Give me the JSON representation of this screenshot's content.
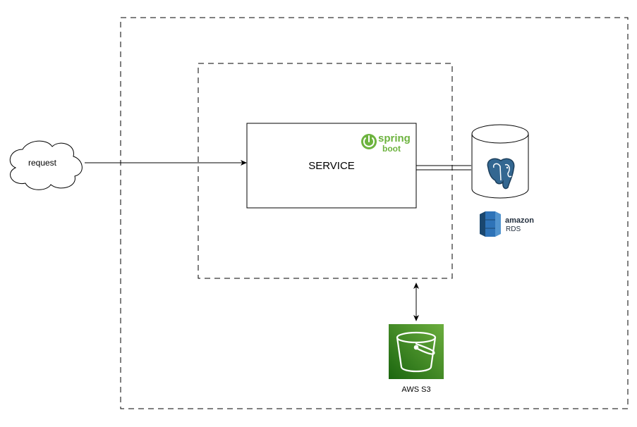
{
  "nodes": {
    "request": {
      "label": "request"
    },
    "service": {
      "label": "SERVICE"
    },
    "spring_logo": {
      "line1": "spring",
      "line2": "boot"
    },
    "rds_logo": {
      "brand": "amazon",
      "product": "RDS"
    },
    "s3": {
      "label": "AWS S3"
    }
  },
  "colors": {
    "line": "#000000",
    "spring_green": "#6DB33F",
    "s3_green_dark": "#1B660F",
    "s3_green_light": "#6CAE3E",
    "rds_blue_dark": "#1A476F",
    "rds_blue_mid": "#2E73B8",
    "rds_blue_light": "#5294CF",
    "postgres_blue": "#336791"
  },
  "icons": [
    "cloud-icon",
    "spring-boot-logo-icon",
    "database-cylinder-icon",
    "postgresql-elephant-icon",
    "amazon-rds-icon",
    "s3-bucket-icon"
  ]
}
